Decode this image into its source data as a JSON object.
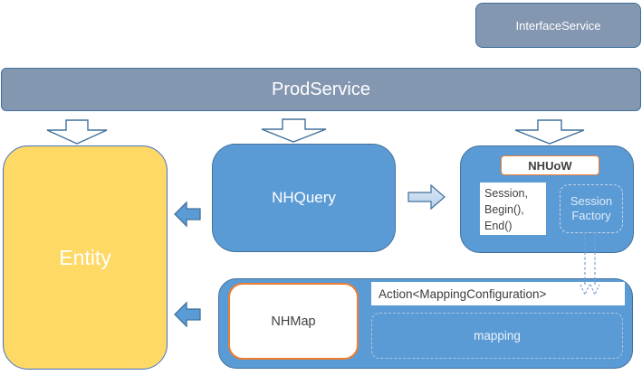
{
  "diagram": {
    "interface_service": "InterfaceService",
    "prod_service": "ProdService",
    "entity": "Entity",
    "nhquery": "NHQuery",
    "nhuow": "NHUoW",
    "session": {
      "line1": "Session,",
      "line2": "Begin(),",
      "line3": "End()"
    },
    "session_factory": {
      "line1": "Session",
      "line2": "Factory"
    },
    "nhmap": "NHMap",
    "action": "Action<MappingConfiguration>",
    "mapping": "mapping"
  },
  "colors": {
    "gray_blue_fill": "#8497B0",
    "blue_fill": "#5B9BD5",
    "blue_border": "#41719C",
    "entity_yellow": "#FFD966",
    "entity_border": "#4472C4",
    "orange_border": "#ED7D31",
    "dashed_stroke": "#A9C6E2",
    "connector_stroke": "#7C9FD3",
    "text_dark": "#404040",
    "text_light": "#DEEBF7",
    "arrow_gradient_top": "#DCE9F6",
    "arrow_gradient_bottom": "#B7CFE9"
  }
}
